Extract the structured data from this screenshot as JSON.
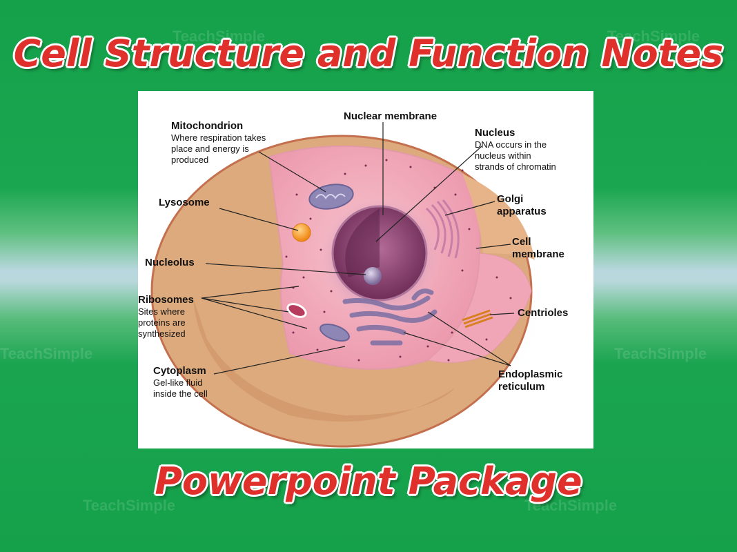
{
  "title": "Cell Structure and Function Notes",
  "subtitle": "Powerpoint Package",
  "watermark": "TeachSimple",
  "labels": {
    "mitochondrion": {
      "name": "Mitochondrion",
      "desc": [
        "Where respiration takes",
        "place and energy is",
        "produced"
      ]
    },
    "nuclear_membrane": {
      "name": "Nuclear membrane"
    },
    "nucleus": {
      "name": "Nucleus",
      "desc": [
        "DNA occurs in the",
        "nucleus within",
        "strands of chromatin"
      ]
    },
    "lysosome": {
      "name": "Lysosome"
    },
    "golgi": {
      "name": [
        "Golgi",
        "apparatus"
      ]
    },
    "cell_membrane": {
      "name": [
        "Cell",
        "membrane"
      ]
    },
    "nucleolus": {
      "name": "Nucleolus"
    },
    "ribosomes": {
      "name": "Ribosomes",
      "desc": [
        "Sites where",
        "proteins are",
        "synthesized"
      ]
    },
    "centrioles": {
      "name": "Centrioles"
    },
    "cytoplasm": {
      "name": "Cytoplasm",
      "desc": [
        "Gel-like fluid",
        "inside the cell"
      ]
    },
    "er": {
      "name": [
        "Endoplasmic",
        "reticulum"
      ]
    }
  },
  "colors": {
    "title": "#e0302c",
    "background": "#1aa650",
    "cytoplasm": "#f2a8b8",
    "cell_outer": "#dca878",
    "nucleus": "#8a3d6e"
  }
}
